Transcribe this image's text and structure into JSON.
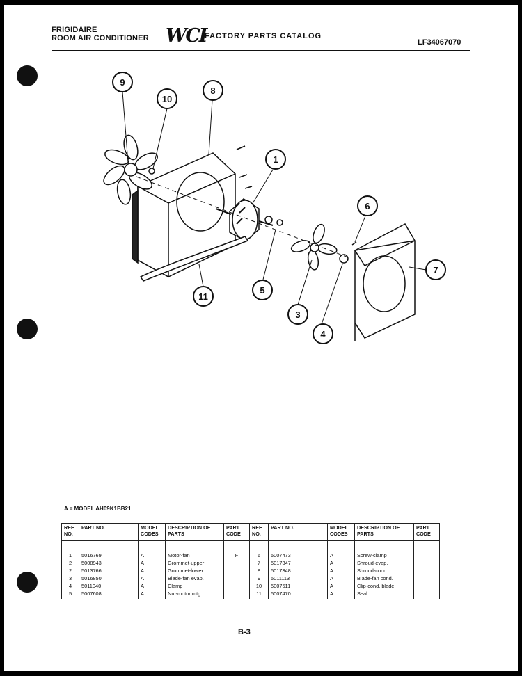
{
  "header": {
    "brand_line1": "FRIGIDAIRE",
    "brand_line2": "ROOM AIR CONDITIONER",
    "logo": "WCI",
    "catalog_title": "FACTORY PARTS CATALOG",
    "catalog_number": "LF34067070"
  },
  "callouts": [
    "1",
    "3",
    "4",
    "5",
    "6",
    "7",
    "8",
    "9",
    "10",
    "11"
  ],
  "legend": "A = MODEL AH09K1BB21",
  "table": {
    "headers": [
      "REF NO.",
      "PART NO.",
      "MODEL CODES",
      "DESCRIPTION OF PARTS",
      "PART CODE"
    ],
    "left": [
      {
        "ref": "1",
        "part": "5016769",
        "model": "A",
        "desc": "Motor-fan",
        "code": "F"
      },
      {
        "ref": "2",
        "part": "5008943",
        "model": "A",
        "desc": "Grommet-upper",
        "code": ""
      },
      {
        "ref": "2",
        "part": "5013766",
        "model": "A",
        "desc": "Grommet-lower",
        "code": ""
      },
      {
        "ref": "3",
        "part": "5016850",
        "model": "A",
        "desc": "Blade-fan evap.",
        "code": ""
      },
      {
        "ref": "4",
        "part": "5011040",
        "model": "A",
        "desc": "Clamp",
        "code": ""
      },
      {
        "ref": "5",
        "part": "5007608",
        "model": "A",
        "desc": "Nut-motor mtg.",
        "code": ""
      }
    ],
    "right": [
      {
        "ref": "6",
        "part": "5007473",
        "model": "A",
        "desc": "Screw-clamp",
        "code": ""
      },
      {
        "ref": "7",
        "part": "5017347",
        "model": "A",
        "desc": "Shroud-evap.",
        "code": ""
      },
      {
        "ref": "8",
        "part": "5017348",
        "model": "A",
        "desc": "Shroud-cond.",
        "code": ""
      },
      {
        "ref": "9",
        "part": "5011113",
        "model": "A",
        "desc": "Blade-fan cond.",
        "code": ""
      },
      {
        "ref": "10",
        "part": "5007511",
        "model": "A",
        "desc": "Clip-cond. blade",
        "code": ""
      },
      {
        "ref": "11",
        "part": "5007470",
        "model": "A",
        "desc": "Seal",
        "code": ""
      }
    ]
  },
  "page_number": "B-3"
}
